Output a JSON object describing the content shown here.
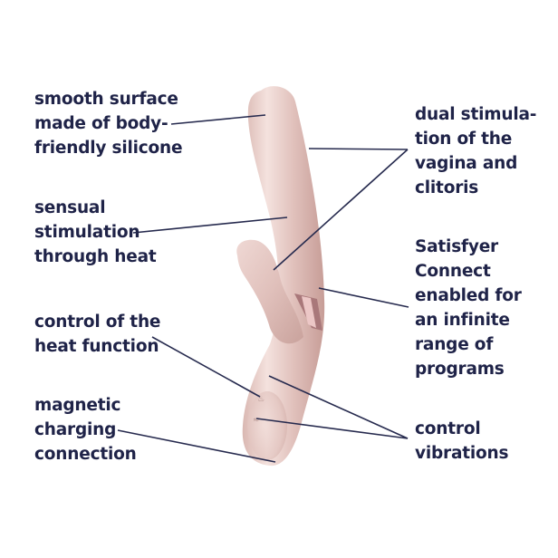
{
  "colors": {
    "text": "#1f2348",
    "line": "#262a4e",
    "body_light": "#f3dfdc",
    "body_mid": "#e3c4bf",
    "body_dark": "#c9a19b",
    "band_dark": "#a9787a",
    "band_light": "#ecc7c6"
  },
  "labels": {
    "surface": "smooth surface\nmade of body-\nfriendly silicone",
    "heat": "sensual\nstimulation\nthrough heat",
    "heat_control": "control of the\nheat function",
    "charging": "magnetic\ncharging\nconnection",
    "dual": "dual stimula-\ntion of the\nvagina and\nclitoris",
    "connect": "Satisfyer\nConnect\nenabled for\nan infinite\nrange of\nprograms",
    "vibrations": "control\nvibrations"
  }
}
